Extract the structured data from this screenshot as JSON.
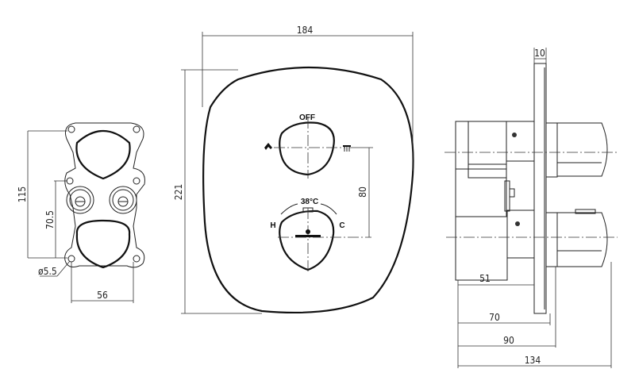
{
  "side_view_left": {
    "dim_height": "115",
    "dim_spacing": "70.5",
    "dim_width": "56",
    "dim_hole": "ø5.5"
  },
  "front_view": {
    "dim_width": "184",
    "dim_height": "221",
    "dim_knob_spacing": "80",
    "knob_top_label": "OFF",
    "knob_bottom_label": "38°C",
    "hot_label": "H",
    "cold_label": "C",
    "icons": [
      "tap-spout-icon",
      "shower-head-icon"
    ]
  },
  "profile_view": {
    "dim_plate": "10",
    "dim_51": "51",
    "dim_70": "70",
    "dim_90": "90",
    "dim_134": "134"
  }
}
